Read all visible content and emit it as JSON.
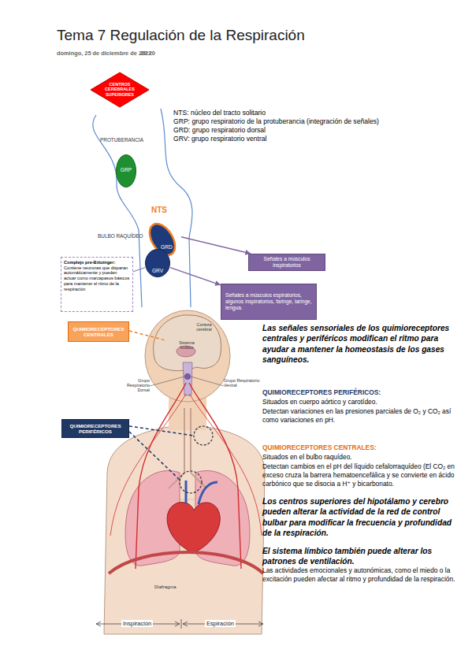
{
  "diagram": {
    "title": "Tema 7 Regulación de la Respiración",
    "nodes": [
      {
        "text": [
          "CENTROS CEREBRALES SUPERIORES"
        ]
      },
      {
        "text": [
          "GRP"
        ]
      },
      {
        "text": [
          "NTS",
          "GRD"
        ]
      },
      {
        "text": [
          "Señales a músculos inspiratorios"
        ]
      },
      {
        "text": [
          "GRV"
        ]
      },
      {
        "text": [
          "Complejo pre-Bötzinger:",
          "Contiene neuronas que disparan automáticamente y pueden actuar como marcapasos básicos para mantener el ritmo de la respiración"
        ]
      },
      {
        "text": [
          "Señales a músculos espiratorios, algunos inspiratorios, faringe, laringe, lengua."
        ]
      },
      {
        "text": [
          "QUIMIORECEPTORES CENTRALES"
        ]
      },
      {
        "text": [
          "QUIMIORECEPTORES PERIFÉRICOS"
        ]
      }
    ],
    "edges": [
      {
        "from": 2,
        "to": 3,
        "arrow": "to"
      },
      {
        "from": 4,
        "to": 6,
        "arrow": "to"
      },
      {
        "from": 5,
        "to": 4,
        "arrow": "none"
      }
    ],
    "labels": [
      "domingo, 25 de diciembre de 2022",
      "20:20",
      "NTS: núcleo del tracto solitario",
      "GRP: grupo respiratorio de la protuberancia (integración de señales)",
      "GRD: grupo respiratorio dorsal",
      "GRV: grupo respiratorio ventral",
      "PROTUBERANCIA",
      "BULBO RAQUÍDEO",
      "Corteza cerebral",
      "Sistema límbico",
      "Grupo Respiratorio Dorsal",
      "Grupo Respiratorio Ventral",
      "Diafragma",
      "Inspiración",
      "Espiración",
      "Las señales sensoriales de los quimioreceptores centrales y periféricos modifican el ritmo para ayudar a mantener la homeostasis de los gases sanguíneos.",
      "QUIMIORECEPTORES PERIFÉRICOS:",
      "Situados en cuerpo aórtico y carotídeo.",
      "Detectan variaciones en las presiones parciales de O₂ y CO₂ así como variaciones en pH.",
      "QUIMIORECEPTORES CENTRALES:",
      "Situados en el bulbo raquídeo.",
      "Detectan cambios en el pH del líquido cefalorraquídeo (El CO₂ en exceso cruza la barrera hematoencefálica y se convierte en ácido carbónico que se disocia a H⁺ y bicarbonato.",
      "Los centros superiores del hipotálamo y cerebro pueden alterar la actividad de la red de control bulbar para modificar la frecuencia y profundidad de la respiración.",
      "El sistema límbico también puede alterar los patrones de ventilación.",
      "Las actividades emocionales y autonómicas, como el miedo o la excitación pueden afectar al ritmo y profundidad de la respiración."
    ]
  }
}
